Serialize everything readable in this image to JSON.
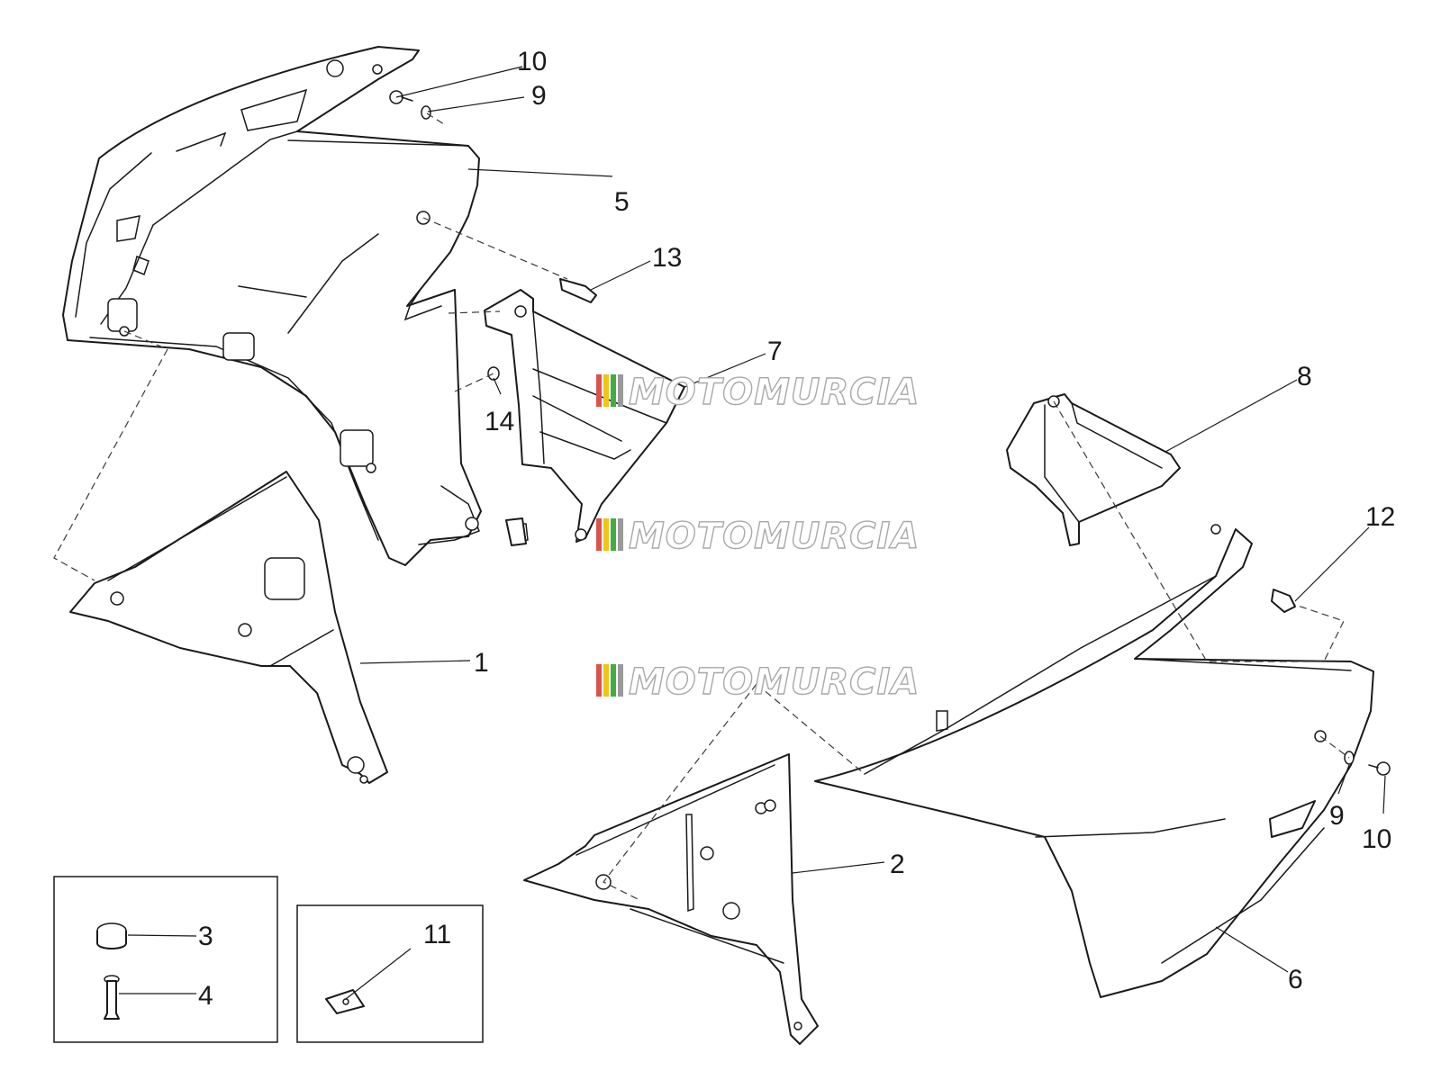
{
  "callouts": {
    "c1": "1",
    "c2": "2",
    "c3": "3",
    "c4": "4",
    "c5": "5",
    "c6": "6",
    "c7": "7",
    "c8": "8",
    "c9a": "9",
    "c9b": "9",
    "c10a": "10",
    "c10b": "10",
    "c11": "11",
    "c12": "12",
    "c13": "13",
    "c14": "14"
  },
  "watermark": {
    "text": "MOTOMURCIA",
    "stripe_colors": [
      "#d9534f",
      "#f0c419",
      "#3fae49",
      "#9a9a9a"
    ]
  }
}
